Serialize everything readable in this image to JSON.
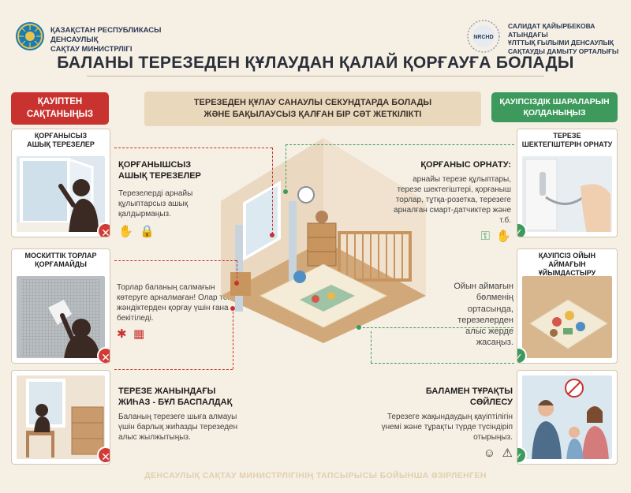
{
  "header": {
    "ministry_line1": "ҚАЗАҚСТАН РЕСПУБЛИКАСЫ ДЕНСАУЛЫҚ",
    "ministry_line2": "САҚТАУ МИНИСТРЛІГІ",
    "center_line1": "САЛИДАТ ҚАЙЫРБЕКОВА АТЫНДАҒЫ",
    "center_line2": "ҰЛТТЫҚ ҒЫЛЫМИ ДЕНСАУЛЫҚ",
    "center_line3": "САҚТАУДЫ ДАМЫТУ ОРТАЛЫҒЫ",
    "center_logo_text": "NRCHD"
  },
  "title": "БАЛАНЫ ТЕРЕЗЕДЕН ҚҰЛАУДАН ҚАЛАЙ ҚОРҒАУҒА БОЛАДЫ",
  "left_tag": {
    "line1": "ҚАУІПТЕН",
    "line2": "САҚТАНЫҢЫЗ"
  },
  "right_tag": {
    "line1": "ҚАУІПСІЗДІК ШАРАЛАРЫН",
    "line2": "ҚОЛДАНЫҢЫЗ"
  },
  "banner": {
    "line1": "ТЕРЕЗЕДЕН ҚҰЛАУ САНАУЛЫ СЕКУНДТАРДА БОЛАДЫ",
    "line2": "ЖӘНЕ БАҚЫЛАУСЫЗ ҚАЛҒАН БІР СӘТ ЖЕТКІЛІКТІ"
  },
  "dangers": [
    {
      "card_label_1": "ҚОРҒАНЫСЫЗ",
      "card_label_2": "АШЫҚ ТЕРЕЗЕЛЕР",
      "heading_1": "ҚОРҒАНЫШСЫЗ",
      "heading_2": "АШЫҚ ТЕРЕЗЕЛЕР",
      "text": "Терезелерді арнайы құлыптарсыз ашық қалдырмаңыз."
    },
    {
      "card_label_1": "МОСКИТТІК ТОРЛАР",
      "card_label_2": "ҚОРҒАМАЙДЫ",
      "text": "Торлар баланың салмағын көтеруге арналмаған! Олар тек жәндіктерден қорғау үшін ғана бекітіледі."
    },
    {
      "heading_1": "ТЕРЕЗЕ ЖАНЫНДАҒЫ",
      "heading_2": "ЖИҺАЗ - БҰЛ БАСПАЛДАҚ",
      "text": "Баланың терезеге шыға алмауы үшін барлық жиһазды терезеден алыс жылжытыңыз."
    }
  ],
  "measures": [
    {
      "card_label_1": "ТЕРЕЗЕ",
      "card_label_2": "ШЕКТЕГІШТЕРІН ОРНАТУ",
      "heading": "ҚОРҒАНЫС ОРНАТУ:",
      "text": "арнайы терезе құлыптары, терезе шектегіштері, қорғаныш торлар, тұтқа-розетка, терезеге арналған смарт-датчиктер және т.б."
    },
    {
      "card_label_1": "ҚАУІПСІЗ ОЙЫН",
      "card_label_2": "АЙМАҒЫН ҰЙЫМДАСТЫРУ",
      "text": "Ойын аймағын бөлменің ортасында, терезелерден алыс жерде жасаңыз."
    },
    {
      "heading_1": "БАЛАМЕН ТҰРАҚТЫ",
      "heading_2": "СӨЙЛЕСУ",
      "text": "Терезеге жақындаудың қауіптілігін үнемі және тұрақты түрде түсіндіріп отырыңыз."
    }
  ],
  "footer": "ДЕНСАУЛЫҚ САҚТАУ МИНИСТРЛІГІНІҢ ТАПСЫРЫСЫ БОЙЫНША ӘЗІРЛЕНГЕН",
  "icons": {
    "danger_badge": "✕",
    "ok_badge": "✓",
    "hand": "✋",
    "lock": "🔒",
    "key": "⚿",
    "warning": "⚠"
  },
  "colors": {
    "danger": "#c8322f",
    "safe": "#3d9a5c",
    "background": "#f6efe4",
    "banner": "#ead8bd"
  }
}
